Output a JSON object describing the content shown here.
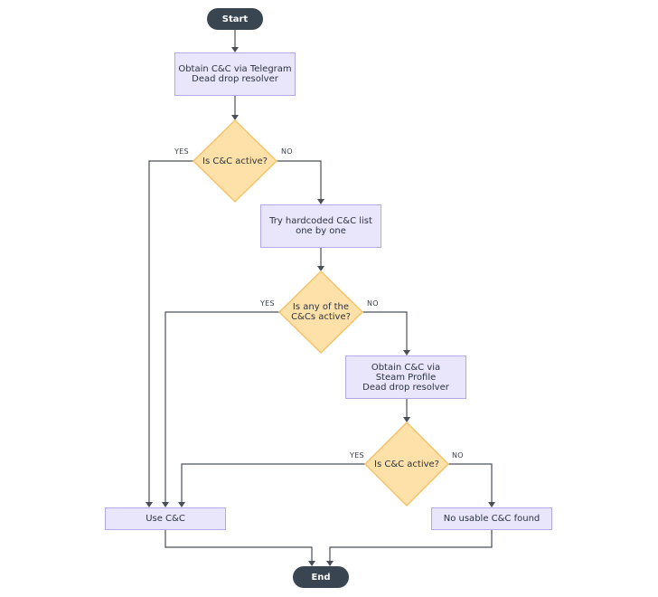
{
  "nodes": {
    "start": "Start",
    "telegram": "Obtain C&C via Telegram\nDead drop resolver",
    "decision1": "Is C&C active?",
    "hardcoded": "Try hardcoded C&C list\none by one",
    "decision2": "Is any of the\nC&Cs active?",
    "steam": "Obtain C&C via\nSteam Profile\nDead drop resolver",
    "decision3": "Is C&C active?",
    "use": "Use C&C",
    "none_found": "No usable C&C found",
    "end": "End"
  },
  "labels": {
    "yes": "YES",
    "no": "NO"
  },
  "colors": {
    "terminal": "#3a4552",
    "process_fill": "#e9e5fa",
    "process_border": "#b4a9e6",
    "decision_fill": "#fde1a9",
    "decision_border": "#f3c46a",
    "connector": "#4a4f57"
  }
}
